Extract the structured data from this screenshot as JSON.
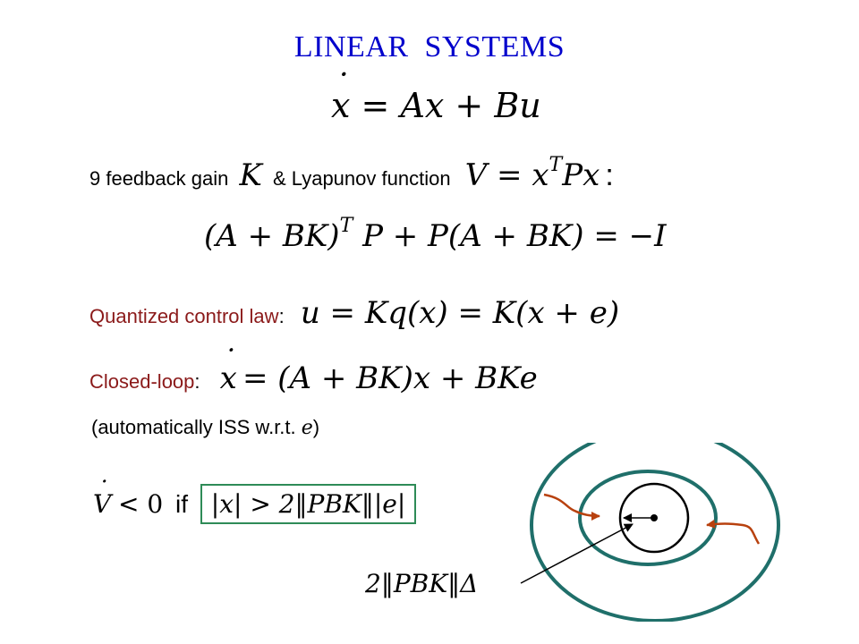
{
  "slide": {
    "title_a": "LINEAR",
    "title_b": "SYSTEMS",
    "eq_dynamics": {
      "x": "x",
      "rhs": "= Ax + Bu"
    },
    "feedback_line": {
      "prefix": "9 feedback gain",
      "gain_symbol": "K",
      "middle": "& Lyapunov function",
      "v_lhs": "V = x",
      "v_sup": "T",
      "v_rhs": "Px",
      "colon": ":"
    },
    "eq_lyap": {
      "left": "(A + BK)",
      "sup": "T",
      "right": "P + P(A + BK) = −I"
    },
    "quantized": {
      "label": "Quantized control law",
      "colon": ":",
      "formula": "u = Kq(x) = K(x + e)"
    },
    "closed_loop": {
      "label": "Closed-loop",
      "colon": ":",
      "x": "x",
      "formula": "= (A + BK)x + BKe"
    },
    "iss_note": {
      "open": "(automatically ISS w.r.t.",
      "var": "e",
      "close": ")"
    },
    "lyap_condition": {
      "V": "V",
      "lt": "< 0",
      "if": "if",
      "condition": "|x| > 2‖PBK‖|e|"
    },
    "radius_label": "2‖PBK‖Δ",
    "colors": {
      "title": "#0000cc",
      "label_red": "#8b1a1a",
      "teal": "#1f6f6a",
      "box_green": "#2e8b57",
      "arrow_orange": "#b8410e"
    }
  }
}
